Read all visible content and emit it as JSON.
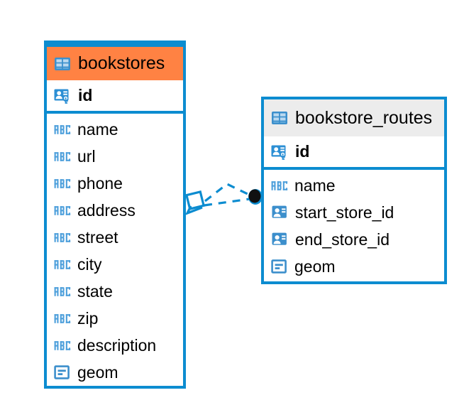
{
  "diagram": {
    "type": "entity-relationship-diagram",
    "background": "#ffffff",
    "accent_color": "#0C8CD0",
    "highlight_color": "#FF8243",
    "header_gray": "#ECECEC"
  },
  "entities": [
    {
      "name": "bookstores",
      "header_style": "orange",
      "header_icon": "table-icon",
      "primary_key": {
        "label": "id",
        "icon": "primary-key-icon"
      },
      "columns": [
        {
          "label": "name",
          "icon": "text-type-icon"
        },
        {
          "label": "url",
          "icon": "text-type-icon"
        },
        {
          "label": "phone",
          "icon": "text-type-icon"
        },
        {
          "label": "address",
          "icon": "text-type-icon"
        },
        {
          "label": "street",
          "icon": "text-type-icon"
        },
        {
          "label": "city",
          "icon": "text-type-icon"
        },
        {
          "label": "state",
          "icon": "text-type-icon"
        },
        {
          "label": "zip",
          "icon": "text-type-icon"
        },
        {
          "label": "description",
          "icon": "text-type-icon"
        },
        {
          "label": "geom",
          "icon": "geometry-type-icon"
        }
      ]
    },
    {
      "name": "bookstore_routes",
      "header_style": "gray",
      "header_icon": "table-icon",
      "primary_key": {
        "label": "id",
        "icon": "primary-key-icon"
      },
      "columns": [
        {
          "label": "name",
          "icon": "text-type-icon"
        },
        {
          "label": "start_store_id",
          "icon": "foreign-key-icon"
        },
        {
          "label": "end_store_id",
          "icon": "foreign-key-icon"
        },
        {
          "label": "geom",
          "icon": "geometry-type-icon"
        }
      ]
    }
  ],
  "relationship": {
    "source_endpoint": "diamond-marker",
    "target_endpoint": "filled-circle-marker",
    "line_style": "dashed",
    "line_color": "#0C8CD0"
  }
}
